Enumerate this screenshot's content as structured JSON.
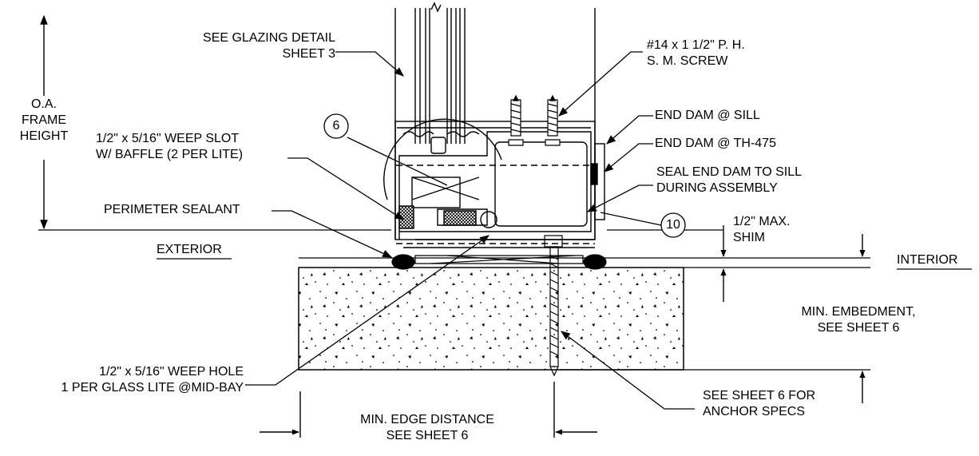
{
  "labels": {
    "glazing_detail": [
      "SEE GLAZING DETAIL",
      "SHEET 3"
    ],
    "screw": [
      "#14 x 1 1/2\" P. H.",
      "S. M. SCREW"
    ],
    "oa_frame": [
      "O.A.",
      "FRAME",
      "HEIGHT"
    ],
    "weep_slot": [
      "1/2\" x 5/16\" WEEP SLOT",
      "W/ BAFFLE (2 PER LITE)"
    ],
    "end_dam_sill": "END DAM @ SILL",
    "end_dam_th": "END DAM @ TH-475",
    "seal_end_dam": [
      "SEAL END DAM TO SILL",
      "DURING ASSEMBLY"
    ],
    "perimeter_sealant": "PERIMETER SEALANT",
    "max_shim": [
      "1/2\" MAX.",
      "SHIM"
    ],
    "exterior": "EXTERIOR",
    "interior": "INTERIOR",
    "min_embedment": [
      "MIN. EMBEDMENT,",
      "SEE SHEET 6"
    ],
    "weep_hole": [
      "1/2\" x 5/16\" WEEP HOLE",
      "1 PER GLASS LITE @MID-BAY"
    ],
    "anchor_specs": [
      "SEE SHEET 6 FOR",
      "ANCHOR SPECS"
    ],
    "edge_distance": [
      "MIN. EDGE DISTANCE",
      "SEE SHEET 6"
    ]
  },
  "callouts": {
    "six": "6",
    "ten": "10"
  }
}
